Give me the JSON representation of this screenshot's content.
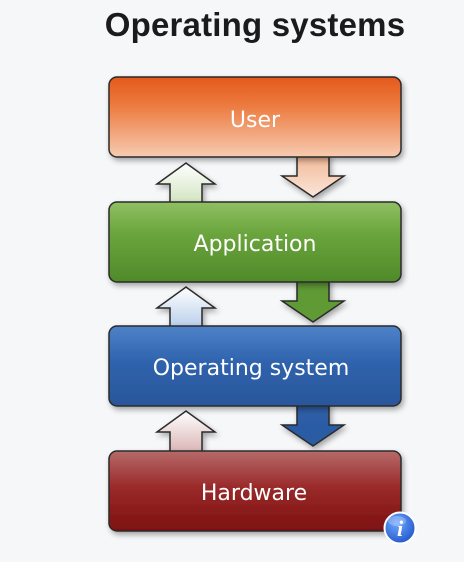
{
  "header": {
    "title": "Operating systems"
  },
  "layers": [
    {
      "label": "User",
      "color": "#e8702f"
    },
    {
      "label": "Application",
      "color": "#68a33c"
    },
    {
      "label": "Operating system",
      "color": "#2f63ad"
    },
    {
      "label": "Hardware",
      "color": "#8e1a1a"
    }
  ],
  "arrows": {
    "up": "white",
    "down": "colored"
  },
  "info_button": {
    "icon": "info-icon",
    "glyph": "i"
  }
}
